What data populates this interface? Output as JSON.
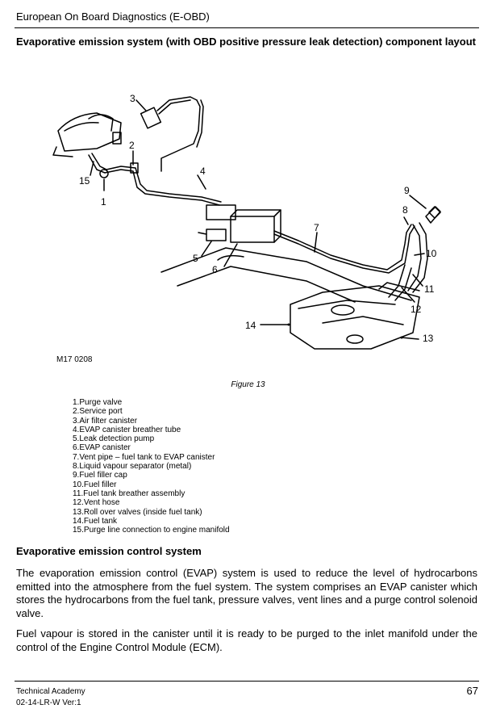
{
  "header": {
    "title": "European On Board Diagnostics (E-OBD)"
  },
  "section_heading": "Evaporative emission system (with OBD positive pressure leak detection) component layout",
  "figure": {
    "code": "M17 0208",
    "caption": "Figure 13",
    "callouts": [
      "1",
      "2",
      "3",
      "4",
      "5",
      "6",
      "7",
      "8",
      "9",
      "10",
      "11",
      "12",
      "13",
      "14",
      "15"
    ]
  },
  "legend": [
    "1.Purge valve",
    "2.Service port",
    "3.Air filter canister",
    "4.EVAP canister breather tube",
    "5.Leak detection pump",
    "6.EVAP canister",
    "7.Vent pipe – fuel tank to EVAP canister",
    "8.Liquid vapour separator (metal)",
    "9.Fuel filler cap",
    "10.Fuel filler",
    "11.Fuel tank breather assembly",
    "12.Vent hose",
    "13.Roll over valves (inside fuel tank)",
    "14.Fuel tank",
    "15.Purge line connection to engine manifold"
  ],
  "subsection_title": "Evaporative emission control system",
  "paragraphs": [
    "The evaporation emission control (EVAP) system is used to reduce the level of hydrocarbons emitted into the atmosphere from the fuel system. The system comprises an EVAP canister which stores the hydrocarbons from the fuel tank, pressure valves, vent lines and a purge control solenoid valve.",
    "Fuel vapour is stored in the canister until it is ready to be purged to the inlet manifold under the control of the Engine Control Module (ECM)."
  ],
  "footer": {
    "line1": "Technical Academy",
    "line2": "02-14-LR-W Ver:1",
    "page_number": "67"
  }
}
